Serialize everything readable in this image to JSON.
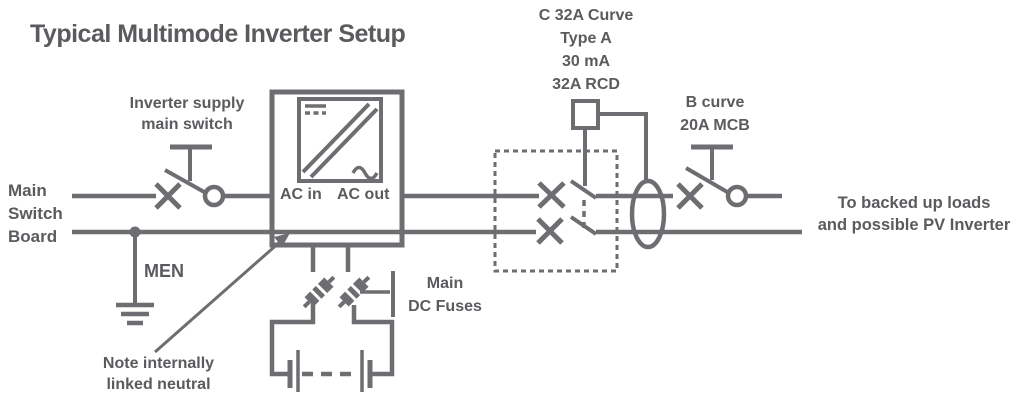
{
  "title": "Typical Multimode Inverter Setup",
  "colors": {
    "line": "#6d6e71",
    "text": "#5a5b5e",
    "background": "#ffffff"
  },
  "labels": {
    "switchboard": [
      "Main",
      "Switch",
      "Board"
    ],
    "inverter_supply_switch": [
      "Inverter supply",
      "main switch"
    ],
    "men": "MEN",
    "note": [
      "Note internally",
      "linked neutral"
    ],
    "ac_in": "AC in",
    "ac_out": "AC out",
    "dc_fuses": [
      "Main",
      "DC Fuses"
    ],
    "rcd": [
      "C 32A Curve",
      "Type A",
      "30 mA",
      "32A RCD"
    ],
    "mcb": [
      "B curve",
      "20A MCB"
    ],
    "loads": [
      "To backed up loads",
      "and possible PV Inverter"
    ]
  }
}
